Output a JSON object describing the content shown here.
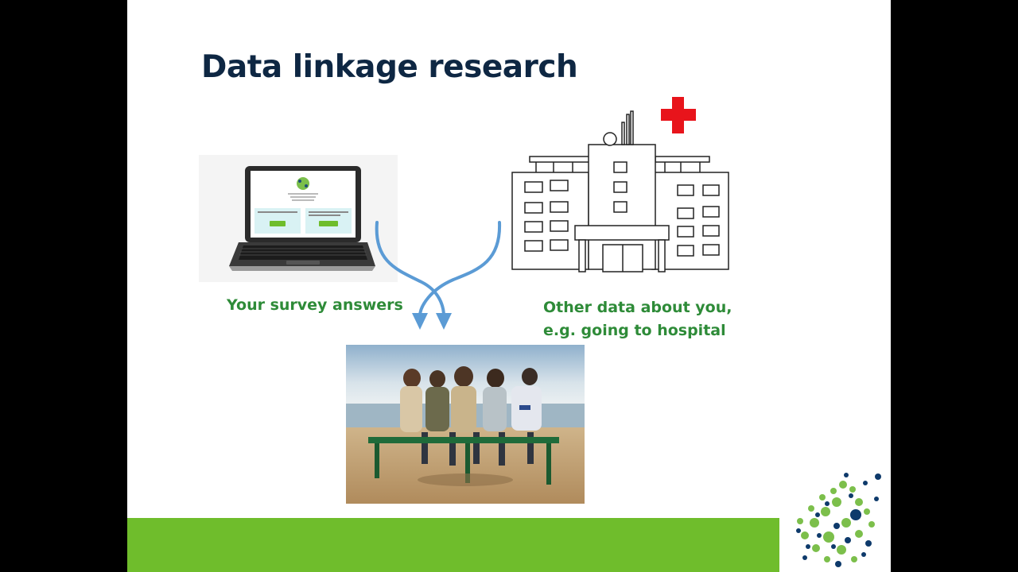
{
  "slide": {
    "title": "Data linkage research",
    "left_caption": "Your survey answers",
    "right_caption_lines": [
      "Other data about you,",
      "e.g. going to hospital"
    ]
  },
  "icons": {
    "laptop": "laptop-icon",
    "hospital": "hospital-icon",
    "red_cross": "red-cross-icon",
    "arrows": "merge-arrows-icon",
    "logo": "dots-logo-icon"
  },
  "photo": {
    "description_icon": "people-on-bench-photo"
  },
  "colors": {
    "title": "#0e2743",
    "caption_green": "#2e8b38",
    "bar_green": "#6fbd2c",
    "arrow_blue": "#5b9bd5",
    "cross_red": "#e8141b"
  }
}
